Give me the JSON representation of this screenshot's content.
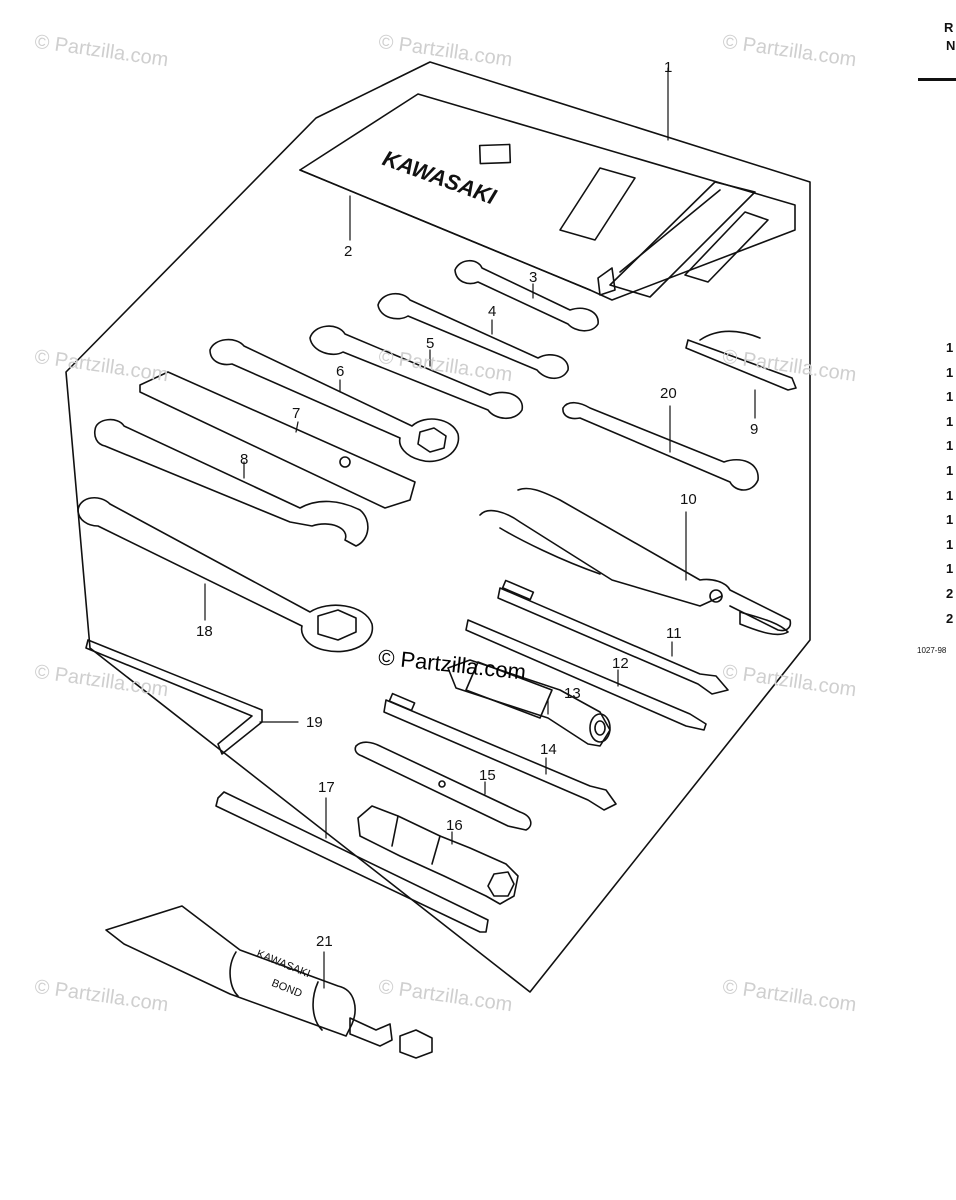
{
  "diagram": {
    "watermark": "© Partzilla.com",
    "callouts": [
      "1",
      "2",
      "3",
      "4",
      "5",
      "6",
      "7",
      "8",
      "9",
      "10",
      "11",
      "12",
      "13",
      "14",
      "15",
      "16",
      "17",
      "18",
      "19",
      "20",
      "21"
    ],
    "bag_brand": "KAWASAKI",
    "tube_label_line1": "KAWASAKI",
    "tube_label_line2": "BOND"
  },
  "right_column": {
    "header_lines": [
      "R",
      "N"
    ],
    "row_marks": [
      "1",
      "1",
      "1",
      "1",
      "1",
      "1",
      "1",
      "1",
      "1",
      "1",
      "2",
      "2"
    ],
    "ref_code": "1027-98"
  }
}
